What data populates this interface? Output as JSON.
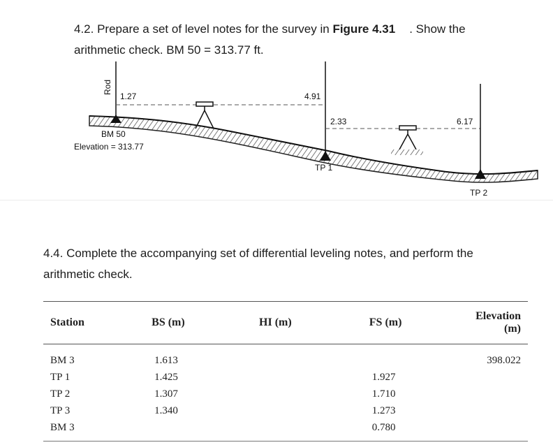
{
  "problem_4_2": {
    "text_a": "4.2. Prepare a set of level notes for the survey in ",
    "figure_ref": "Figure 4.31",
    "text_b": ". Show the",
    "line2": "arithmetic check. BM 50 = 313.77 ft."
  },
  "figure": {
    "rod_label": "Rod",
    "reading_bm50": "1.27",
    "reading_tp1_bs": "4.91",
    "reading_tp1_fs": "2.33",
    "reading_tp2": "6.17",
    "bm_name": "BM 50",
    "bm_elevation": "Elevation = 313.77",
    "tp1_label": "TP 1",
    "tp2_label": "TP 2"
  },
  "problem_4_4": {
    "line1": "4.4. Complete the accompanying set of differential leveling notes, and perform the",
    "line2": "arithmetic check."
  },
  "table": {
    "headers": [
      "Station",
      "BS (m)",
      "HI (m)",
      "FS (m)",
      "Elevation (m)"
    ],
    "rows": [
      [
        "BM 3",
        "1.613",
        "",
        "",
        "398.022"
      ],
      [
        "TP 1",
        "1.425",
        "",
        "1.927",
        ""
      ],
      [
        "TP 2",
        "1.307",
        "",
        "1.710",
        ""
      ],
      [
        "TP 3",
        "1.340",
        "",
        "1.273",
        ""
      ],
      [
        "BM 3",
        "",
        "",
        "0.780",
        ""
      ]
    ]
  }
}
